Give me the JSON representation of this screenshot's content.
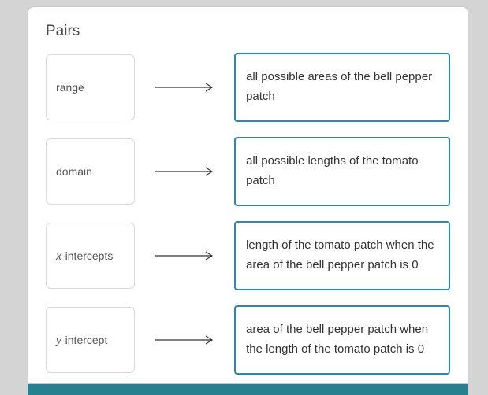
{
  "card": {
    "title": "Pairs"
  },
  "pairs": [
    {
      "term_prefix": "",
      "term_rest": "range",
      "definition": "all possible areas of the bell pepper patch"
    },
    {
      "term_prefix": "",
      "term_rest": "domain",
      "definition": "all possible lengths of the tomato patch"
    },
    {
      "term_prefix": "x",
      "term_rest": "-intercepts",
      "definition": "length of the tomato patch when the area of the bell pepper patch is 0"
    },
    {
      "term_prefix": "y",
      "term_rest": "-intercept",
      "definition": "area of the bell pepper patch when the length of the tomato patch is 0"
    }
  ],
  "icons": {
    "arrow": "arrow-right-icon"
  },
  "colors": {
    "definition_border": "#2d87ae",
    "bottom_bar": "#26808f",
    "page_background": "#d4d4d4"
  }
}
